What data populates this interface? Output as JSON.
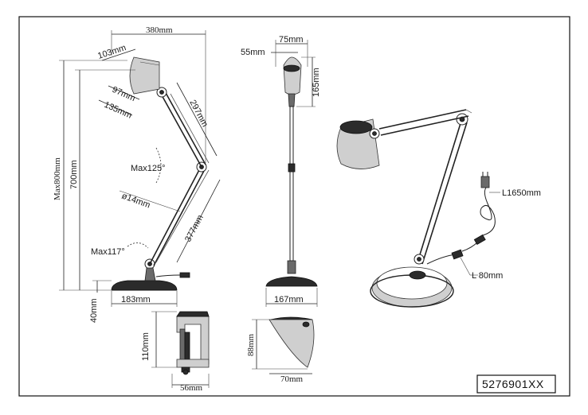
{
  "labels": {
    "width_380": "380mm",
    "head_103": "103mm",
    "head_97": "97mm",
    "head_135": "135mm",
    "arm_297": "297mm",
    "angle_125": "Max125°",
    "dia_14": "ø14mm",
    "arm_377": "377mm",
    "angle_117": "Max117°",
    "height_700": "700mm",
    "height_max800": "Max800mm",
    "base_183": "183mm",
    "base_40": "40mm",
    "front_75": "75mm",
    "front_55": "55mm",
    "front_165": "165mm",
    "front_base_167": "167mm",
    "cable_1650": "L1650mm",
    "cable_80": "L 80mm",
    "clamp_110": "110mm",
    "clamp_56": "56mm",
    "shade_88": "88mm",
    "shade_70": "70mm"
  },
  "product_code": "5276901XX"
}
